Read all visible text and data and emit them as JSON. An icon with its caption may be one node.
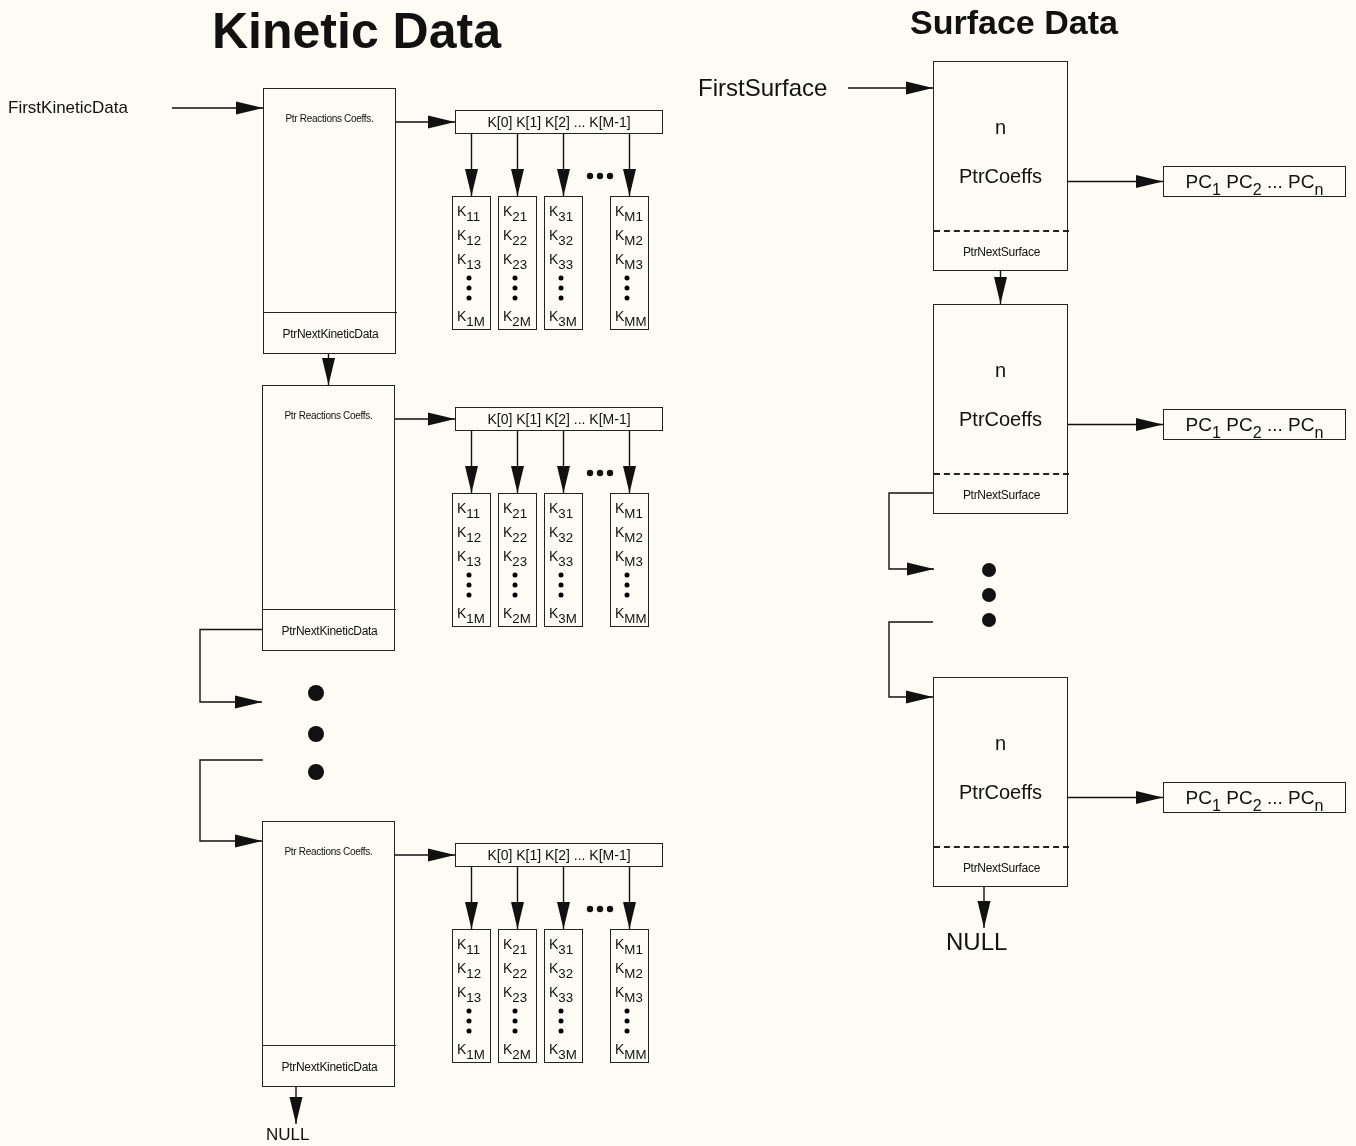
{
  "diagram": {
    "nodes": [
      {
        "text": [
          "FirstKineticData"
        ]
      },
      {
        "text": [
          "Ptr Reactions Coeffs."
        ]
      },
      {
        "text": [
          "PtrNextKineticData"
        ],
        "in": 1
      },
      {
        "text": [
          "K[0] K[1] K[2] ... K[M-1]"
        ]
      },
      {
        "text": [
          "K$_{11}$",
          "K$_{12}$",
          "K$_{13}$",
          "K$_{1M}$"
        ]
      },
      {
        "text": [
          "K$_{21}$",
          "K$_{22}$",
          "K$_{23}$",
          "K$_{2M}$"
        ]
      },
      {
        "text": [
          "K$_{31}$",
          "K$_{32}$",
          "K$_{33}$",
          "K$_{3M}$"
        ]
      },
      {
        "text": [
          "K$_{M1}$",
          "K$_{M2}$",
          "K$_{M3}$",
          "K$_{MM}$"
        ]
      },
      {
        "text": [
          "Ptr Reactions Coeffs."
        ]
      },
      {
        "text": [
          "PtrNextKineticData"
        ],
        "in": 8
      },
      {
        "text": [
          "K[0] K[1] K[2] ... K[M-1]"
        ]
      },
      {
        "text": [
          "K$_{11}$",
          "K$_{12}$",
          "K$_{13}$",
          "K$_{1M}$"
        ]
      },
      {
        "text": [
          "K$_{21}$",
          "K$_{22}$",
          "K$_{23}$",
          "K$_{2M}$"
        ]
      },
      {
        "text": [
          "K$_{31}$",
          "K$_{32}$",
          "K$_{33}$",
          "K$_{3M}$"
        ]
      },
      {
        "text": [
          "K$_{M1}$",
          "K$_{M2}$",
          "K$_{M3}$",
          "K$_{MM}$"
        ]
      },
      {
        "text": [
          "Ptr Reactions Coeffs."
        ]
      },
      {
        "text": [
          "PtrNextKineticData"
        ],
        "in": 15
      },
      {
        "text": [
          "K[0] K[1] K[2] ... K[M-1]"
        ]
      },
      {
        "text": [
          "K$_{11}$",
          "K$_{12}$",
          "K$_{13}$",
          "K$_{1M}$"
        ]
      },
      {
        "text": [
          "K$_{21}$",
          "K$_{22}$",
          "K$_{23}$",
          "K$_{2M}$"
        ]
      },
      {
        "text": [
          "K$_{31}$",
          "K$_{32}$",
          "K$_{33}$",
          "K$_{3M}$"
        ]
      },
      {
        "text": [
          "K$_{M1}$",
          "K$_{M2}$",
          "K$_{M3}$",
          "K$_{MM}$"
        ]
      },
      {
        "text": [
          "NULL"
        ]
      },
      {
        "text": [
          "FirstSurface"
        ]
      },
      {
        "text": [
          "n",
          "PtrCoeffs"
        ]
      },
      {
        "text": [
          "PtrNextSurface"
        ],
        "in": 24
      },
      {
        "text": [
          "PC$_{1}$ PC$_{2}$ ... PC$_{n}$"
        ]
      },
      {
        "text": [
          "n",
          "PtrCoeffs"
        ]
      },
      {
        "text": [
          "PtrNextSurface"
        ],
        "in": 27
      },
      {
        "text": [
          "PC$_{1}$ PC$_{2}$ ... PC$_{n}$"
        ]
      },
      {
        "text": [
          "n",
          "PtrCoeffs"
        ]
      },
      {
        "text": [
          "PtrNextSurface"
        ],
        "in": 30
      },
      {
        "text": [
          "PC$_{1}$ PC$_{2}$ ... PC$_{n}$"
        ]
      },
      {
        "text": [
          "NULL"
        ]
      }
    ],
    "edges": [
      {
        "from": 0,
        "to": 1,
        "arrow": "to"
      },
      {
        "from": 1,
        "to": 3,
        "arrow": "to"
      },
      {
        "from": 3,
        "to": 4,
        "arrow": "to"
      },
      {
        "from": 3,
        "to": 5,
        "arrow": "to"
      },
      {
        "from": 3,
        "to": 6,
        "arrow": "to"
      },
      {
        "from": 3,
        "to": 7,
        "arrow": "to"
      },
      {
        "from": 8,
        "to": 10,
        "arrow": "to"
      },
      {
        "from": 10,
        "to": 11,
        "arrow": "to"
      },
      {
        "from": 10,
        "to": 12,
        "arrow": "to"
      },
      {
        "from": 10,
        "to": 13,
        "arrow": "to"
      },
      {
        "from": 10,
        "to": 14,
        "arrow": "to"
      },
      {
        "from": 15,
        "to": 17,
        "arrow": "to"
      },
      {
        "from": 17,
        "to": 18,
        "arrow": "to"
      },
      {
        "from": 17,
        "to": 19,
        "arrow": "to"
      },
      {
        "from": 17,
        "to": 20,
        "arrow": "to"
      },
      {
        "from": 17,
        "to": 21,
        "arrow": "to"
      },
      {
        "from": 2,
        "to": 8,
        "arrow": "to"
      },
      {
        "from": 9,
        "to": null,
        "arrow": "to"
      },
      {
        "from": null,
        "to": 15,
        "arrow": "to"
      },
      {
        "from": 16,
        "to": 22,
        "arrow": "to"
      },
      {
        "from": 23,
        "to": 24,
        "arrow": "to"
      },
      {
        "from": 24,
        "to": 26,
        "arrow": "to"
      },
      {
        "from": 27,
        "to": 29,
        "arrow": "to"
      },
      {
        "from": 30,
        "to": 32,
        "arrow": "to"
      },
      {
        "from": 25,
        "to": 27,
        "arrow": "to"
      },
      {
        "from": 28,
        "to": null,
        "arrow": "to"
      },
      {
        "from": null,
        "to": 30,
        "arrow": "to"
      },
      {
        "from": 31,
        "to": 33,
        "arrow": "to"
      }
    ],
    "labels": [
      "Kinetic Data",
      "Surface Data"
    ]
  }
}
